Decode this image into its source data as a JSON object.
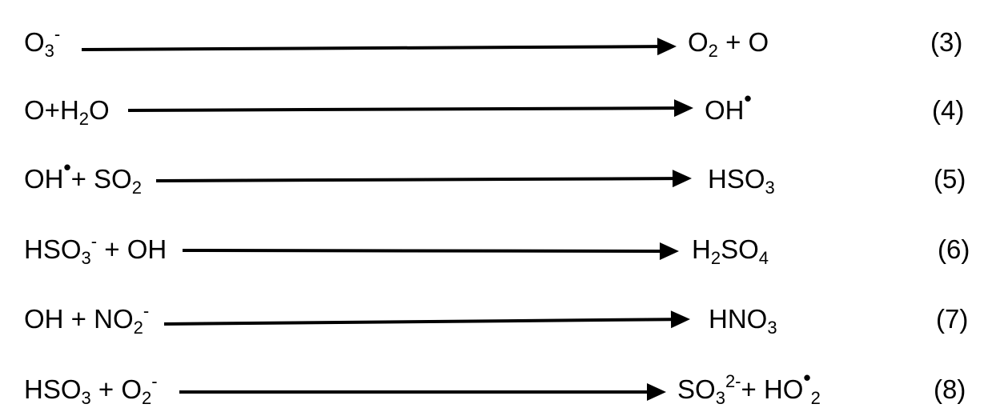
{
  "equations": [
    {
      "lhs": [
        {
          "t": "O"
        },
        {
          "t": "3",
          "sub": true
        },
        {
          "t": "-",
          "sup": true
        }
      ],
      "rhs": [
        {
          "t": "O"
        },
        {
          "t": "2",
          "sub": true
        },
        {
          "t": " + O"
        }
      ],
      "number": "(3)"
    },
    {
      "lhs": [
        {
          "t": "O+H"
        },
        {
          "t": "2",
          "sub": true
        },
        {
          "t": "O"
        }
      ],
      "rhs": [
        {
          "t": "OH"
        },
        {
          "t": "•",
          "sup": true,
          "dot": true
        }
      ],
      "number": "(4)"
    },
    {
      "lhs": [
        {
          "t": "OH"
        },
        {
          "t": "•",
          "sup": true,
          "dot": true
        },
        {
          "t": "+ SO"
        },
        {
          "t": "2",
          "sub": true
        }
      ],
      "rhs": [
        {
          "t": "HSO"
        },
        {
          "t": "3",
          "sub": true
        }
      ],
      "number": "(5)"
    },
    {
      "lhs": [
        {
          "t": "HSO"
        },
        {
          "t": "3",
          "sub": true
        },
        {
          "t": "-",
          "sup": true
        },
        {
          "t": " + OH"
        }
      ],
      "rhs": [
        {
          "t": "H"
        },
        {
          "t": "2",
          "sub": true
        },
        {
          "t": "SO"
        },
        {
          "t": "4",
          "sub": true
        }
      ],
      "number": "(6)"
    },
    {
      "lhs": [
        {
          "t": "OH + NO"
        },
        {
          "t": "2",
          "sub": true
        },
        {
          "t": "-",
          "sup": true
        }
      ],
      "rhs": [
        {
          "t": "HNO"
        },
        {
          "t": "3",
          "sub": true
        }
      ],
      "number": "(7)"
    },
    {
      "lhs": [
        {
          "t": "HSO"
        },
        {
          "t": "3",
          "sub": true
        },
        {
          "t": " + O"
        },
        {
          "t": "2",
          "sub": true
        },
        {
          "t": "-",
          "sup": true
        }
      ],
      "rhs": [
        {
          "t": "SO"
        },
        {
          "t": "3",
          "sub": true
        },
        {
          "t": "2-",
          "sup": true
        },
        {
          "t": "+ HO"
        },
        {
          "t": "•",
          "sup": true,
          "dot": true
        },
        {
          "t": "2",
          "sub": true
        }
      ],
      "number": "(8)"
    }
  ]
}
